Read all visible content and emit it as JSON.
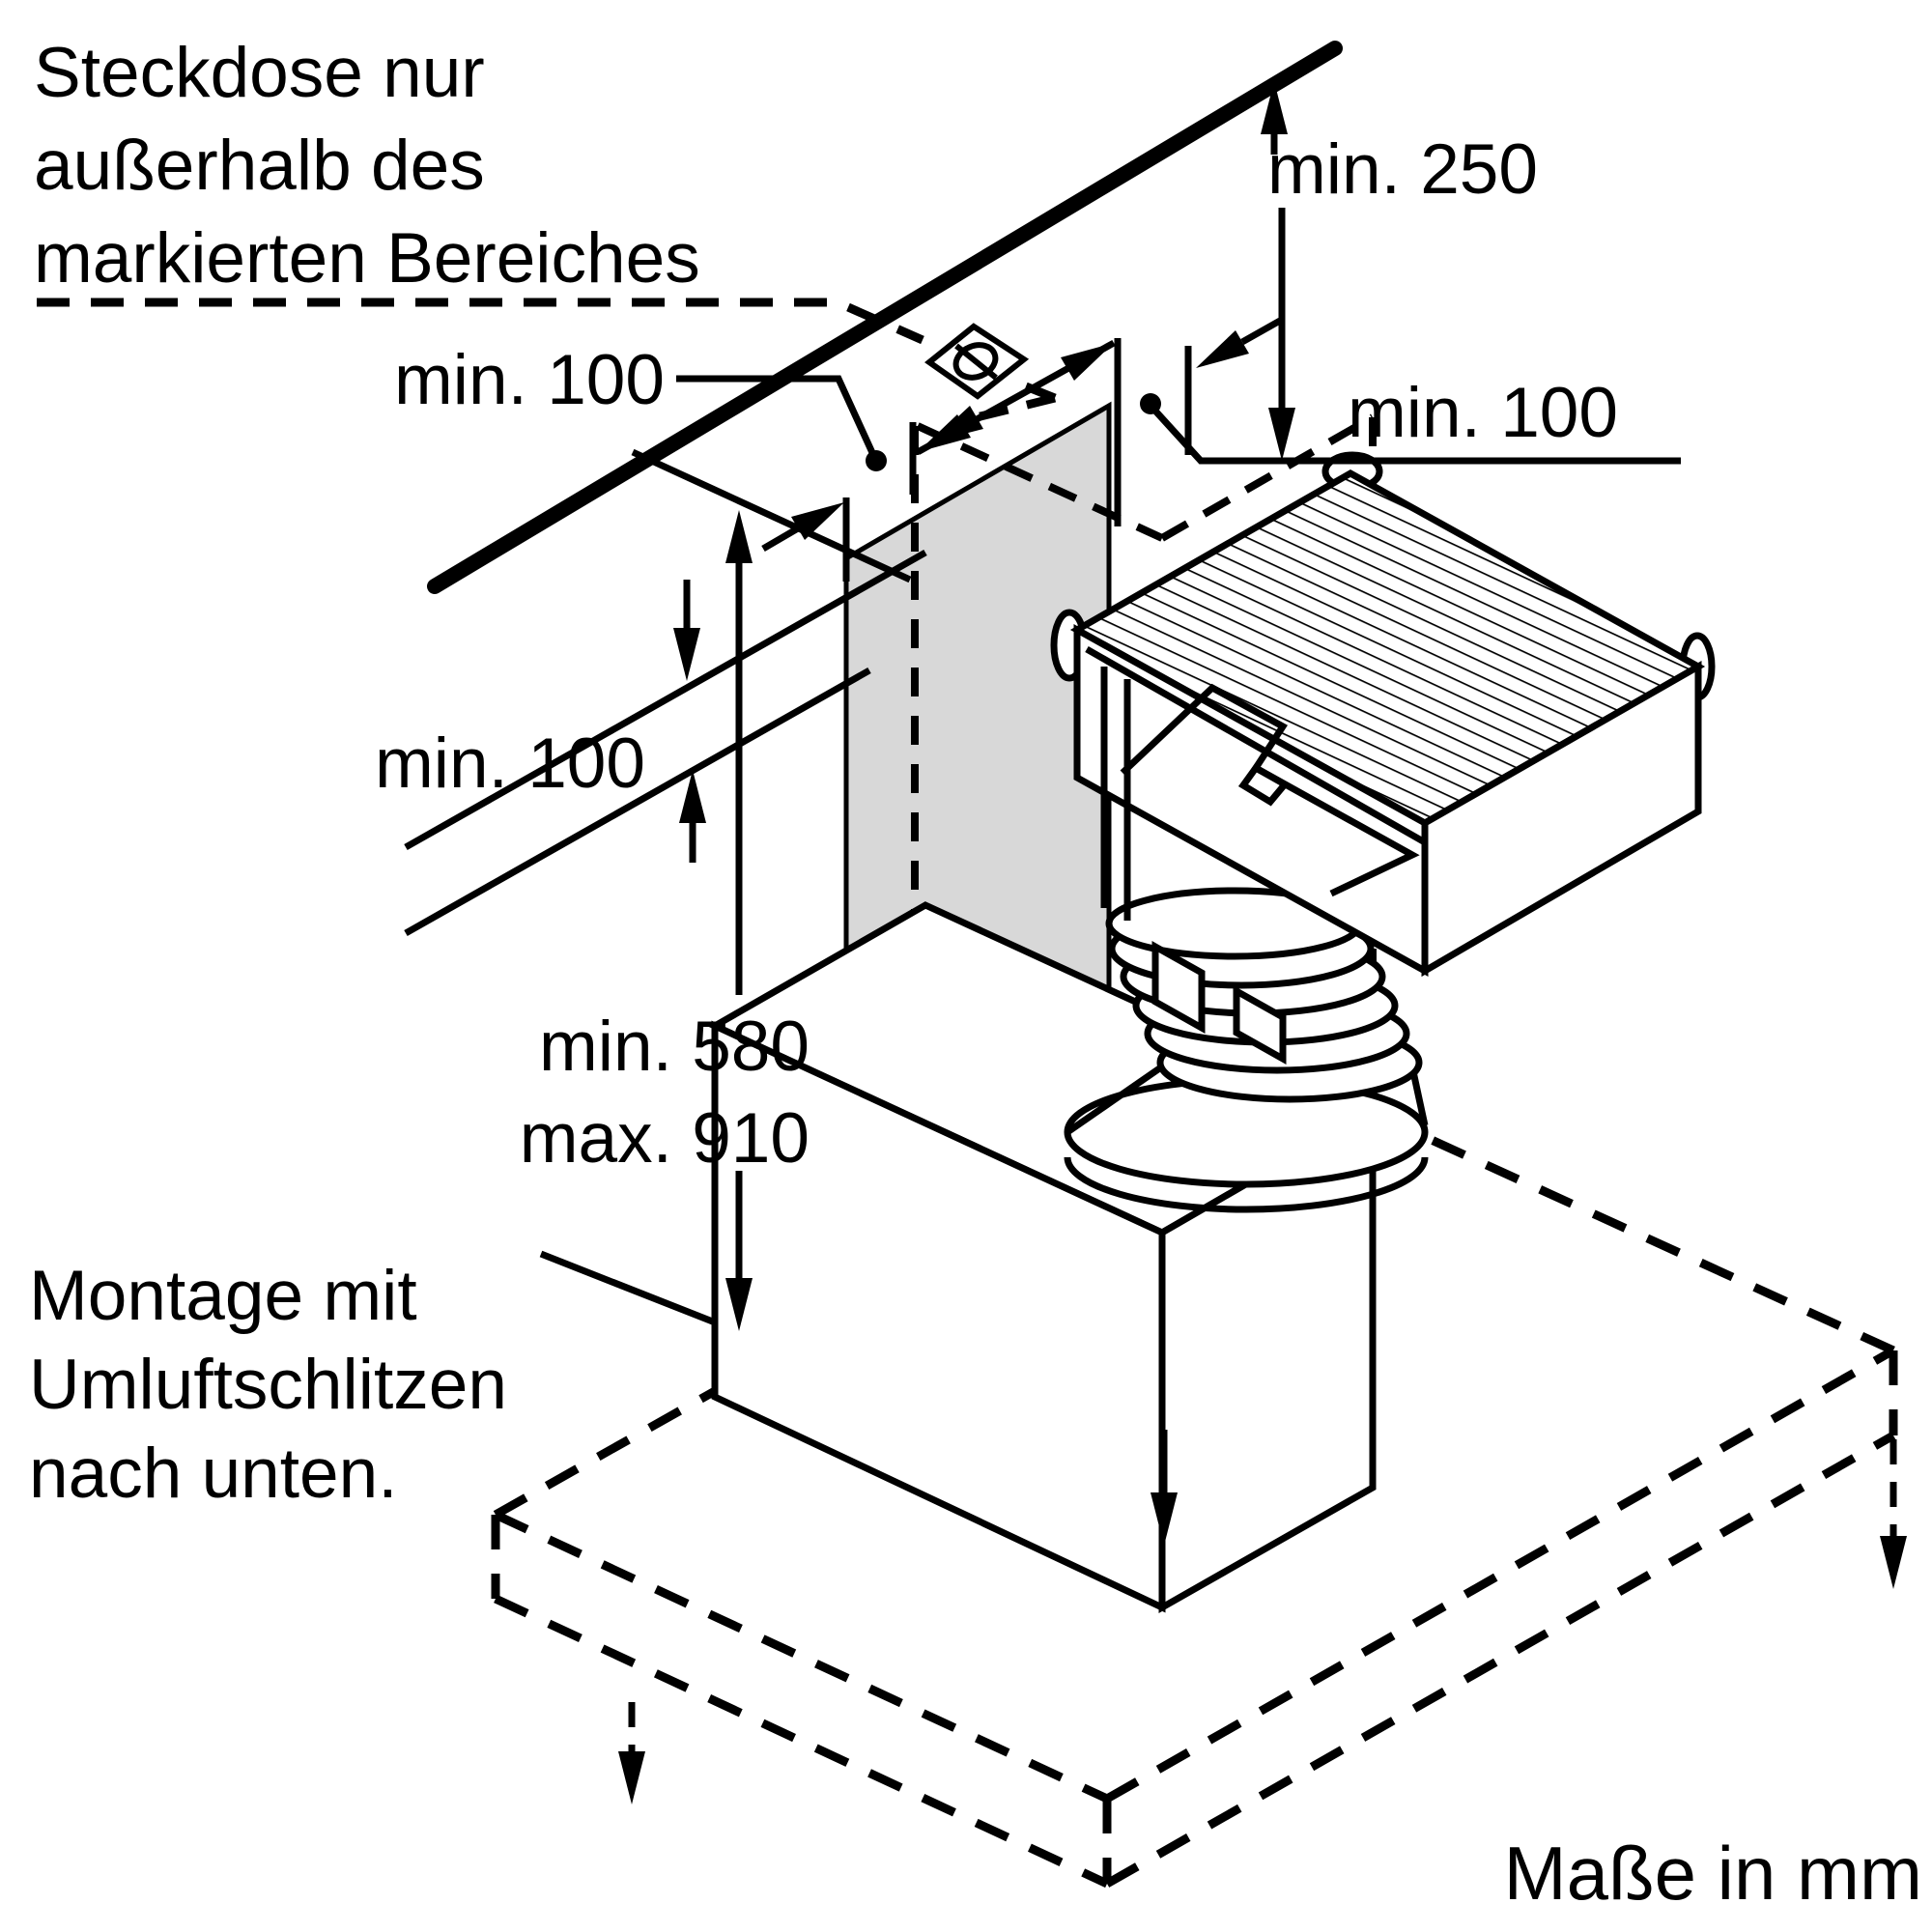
{
  "diagram_type": "installation-drawing",
  "units_note": "Maße in mm",
  "notes": {
    "socket_note_line1": "Steckdose nur",
    "socket_note_line2": "außerhalb des",
    "socket_note_line3": "markierten Bereiches",
    "mounting_note_line1": "Montage mit",
    "mounting_note_line2": "Umluftschlitzen",
    "mounting_note_line3": "nach unten."
  },
  "dimensions": {
    "ceiling_clearance": "min. 250",
    "clearance_left_of_bracket": "min. 100",
    "clearance_right_of_bracket": "min. 100",
    "marked_band_height": "min. 100",
    "height_min": "min. 580",
    "height_max": "max. 910"
  },
  "icons": {
    "socket": "power-socket-icon"
  },
  "colors": {
    "line": "#000000",
    "wall_panel": "#d8d8d8",
    "background": "#ffffff"
  }
}
